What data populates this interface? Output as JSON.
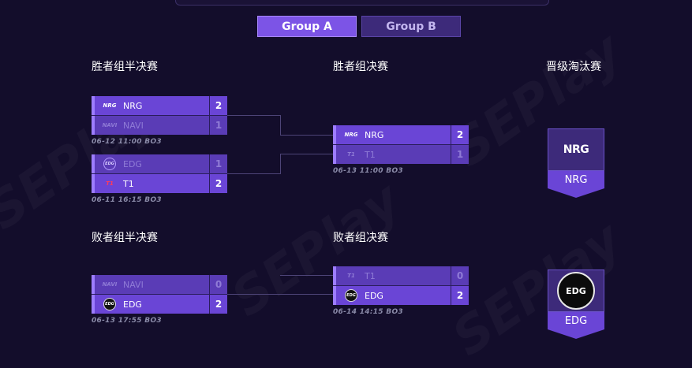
{
  "tabs": [
    {
      "label": "Group A",
      "active": true
    },
    {
      "label": "Group B",
      "active": false
    }
  ],
  "stages": {
    "upper_semi": "胜者组半决赛",
    "upper_final": "胜者组决赛",
    "advance": "晋级淘汰赛",
    "lower_semi": "败者组半决赛",
    "lower_final": "败者组决赛"
  },
  "matches": {
    "us1": {
      "teams": [
        {
          "logo": "NRG",
          "name": "NRG",
          "score": "2"
        },
        {
          "logo": "NAVI",
          "name": "NAVI",
          "score": "1"
        }
      ],
      "time": "06-12 11:00  BO3"
    },
    "us2": {
      "teams": [
        {
          "logo": "EDG",
          "name": "EDG",
          "score": "1"
        },
        {
          "logo": "T1",
          "name": "T1",
          "score": "2"
        }
      ],
      "time": "06-11 16:15  BO3"
    },
    "uf": {
      "teams": [
        {
          "logo": "NRG",
          "name": "NRG",
          "score": "2"
        },
        {
          "logo": "T1",
          "name": "T1",
          "score": "1"
        }
      ],
      "time": "06-13 11:00  BO3"
    },
    "ls": {
      "teams": [
        {
          "logo": "NAVI",
          "name": "NAVI",
          "score": "0"
        },
        {
          "logo": "EDG",
          "name": "EDG",
          "score": "2"
        }
      ],
      "time": "06-13 17:55  BO3"
    },
    "lf": {
      "teams": [
        {
          "logo": "T1",
          "name": "T1",
          "score": "0"
        },
        {
          "logo": "EDG",
          "name": "EDG",
          "score": "2"
        }
      ],
      "time": "06-14 14:15  BO3"
    }
  },
  "advanced": [
    {
      "logo": "NRG",
      "name": "NRG"
    },
    {
      "logo": "EDG",
      "name": "EDG"
    }
  ],
  "edg_badge_small": "EDG",
  "watermark": "SEPlay"
}
